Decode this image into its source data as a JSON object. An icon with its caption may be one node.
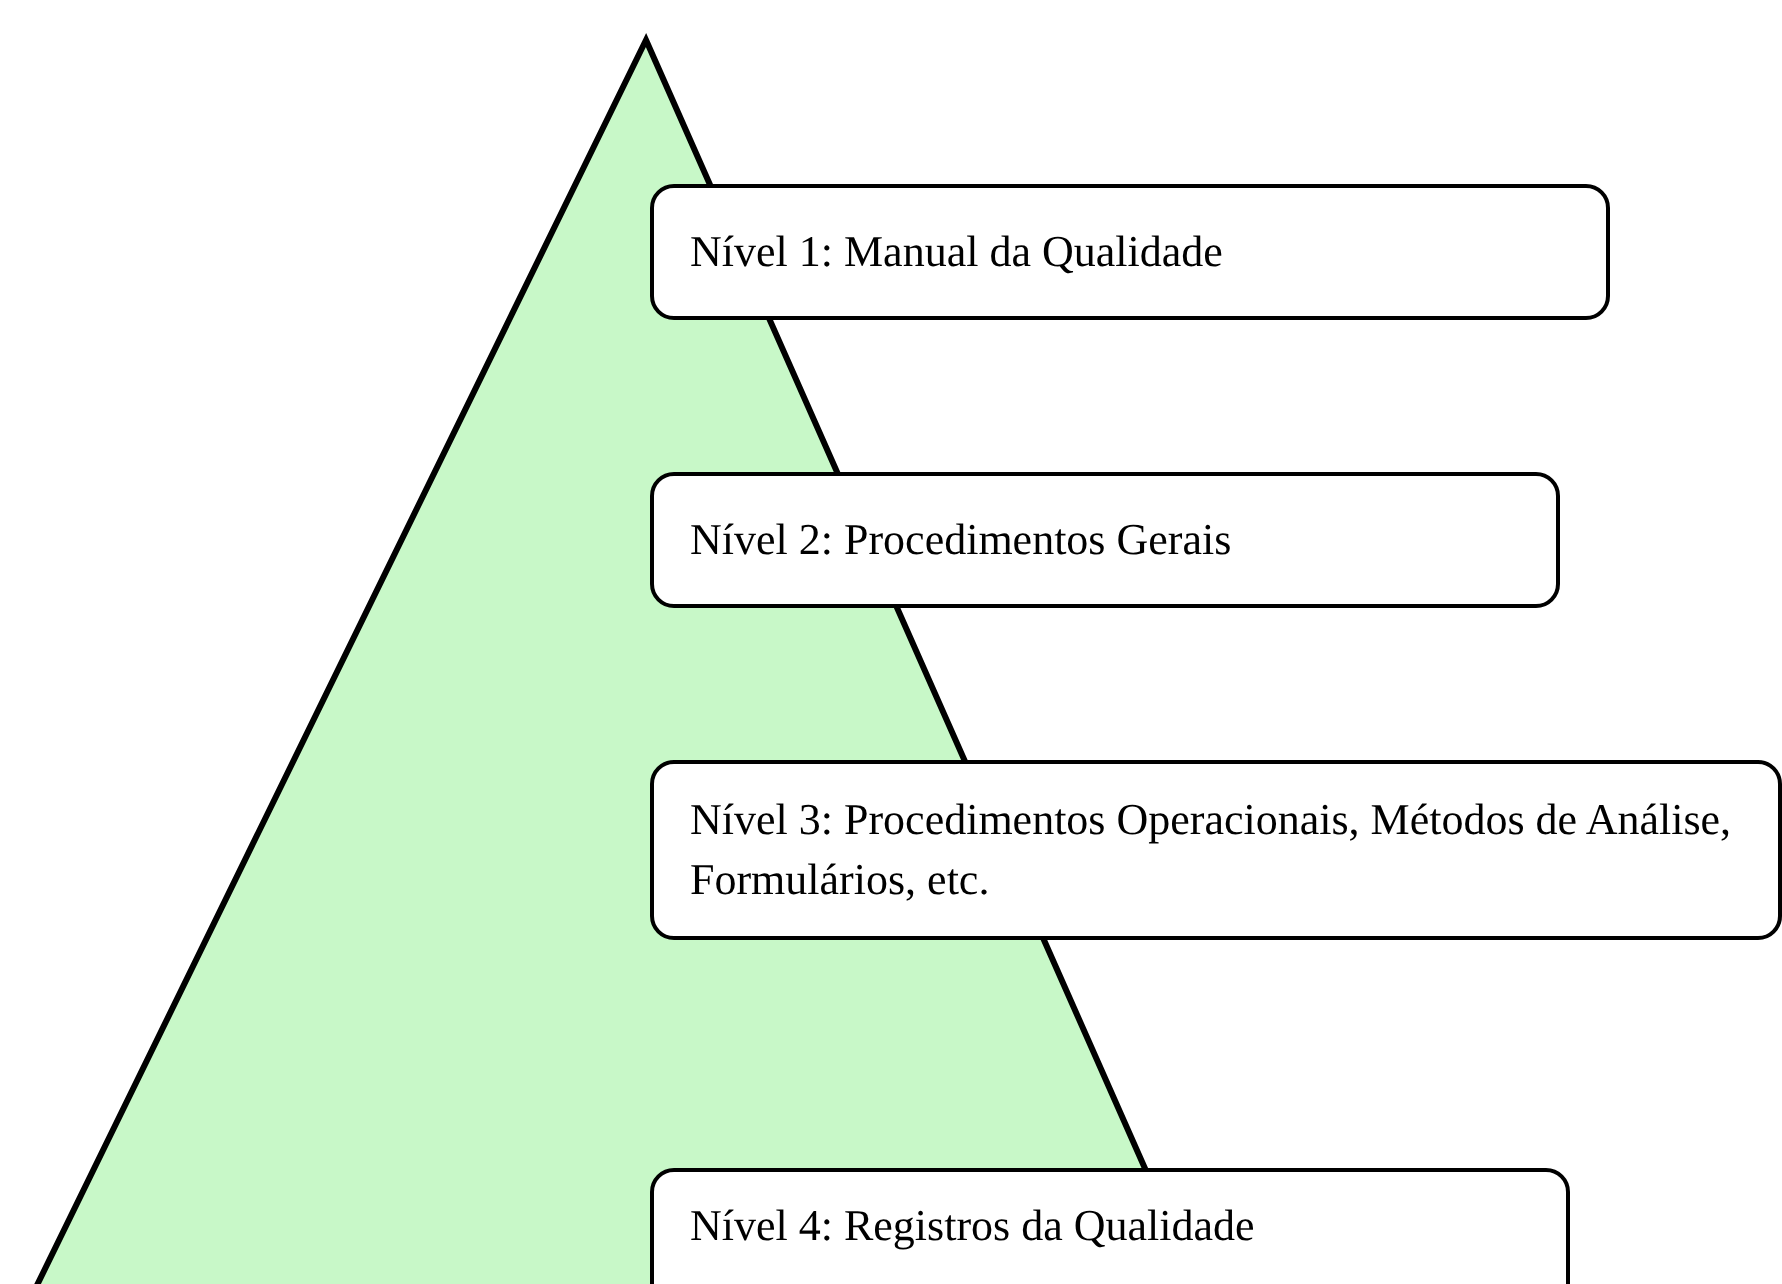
{
  "diagram": {
    "nodes": [
      {
        "text": [
          "Nível 1: Manual da Qualidade"
        ]
      },
      {
        "text": [
          "Nível 2: Procedimentos Gerais"
        ]
      },
      {
        "text": [
          "Nível 3: Procedimentos Operacionais, Métodos de Análise, Formulários, etc."
        ]
      },
      {
        "text": [
          "Nível 4: Registros da Qualidade"
        ]
      }
    ]
  }
}
